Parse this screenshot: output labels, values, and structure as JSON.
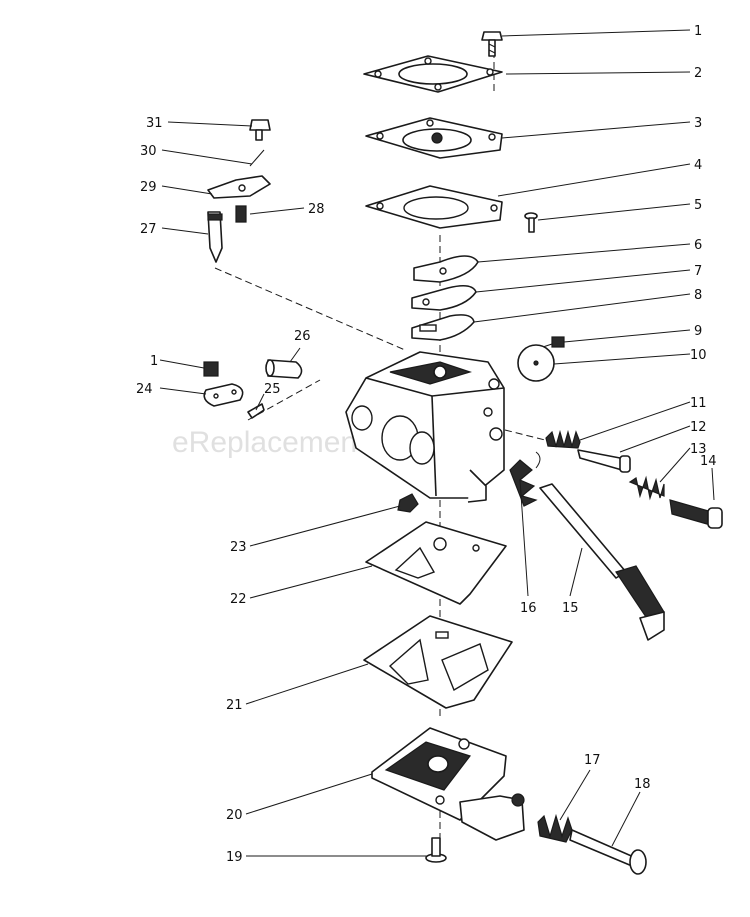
{
  "watermark": "eReplacementParts.com",
  "labels": {
    "l1a": "1",
    "l2": "2",
    "l3": "3",
    "l4": "4",
    "l5": "5",
    "l6": "6",
    "l7": "7",
    "l8": "8",
    "l9": "9",
    "l10": "10",
    "l11": "11",
    "l12": "12",
    "l13": "13",
    "l14": "14",
    "l15": "15",
    "l16": "16",
    "l17": "17",
    "l18": "18",
    "l19": "19",
    "l20": "20",
    "l21": "21",
    "l22": "22",
    "l23": "23",
    "l24": "24",
    "l25": "25",
    "l26": "26",
    "l27": "27",
    "l28": "28",
    "l29": "29",
    "l30": "30",
    "l31": "31",
    "l1b": "1"
  }
}
